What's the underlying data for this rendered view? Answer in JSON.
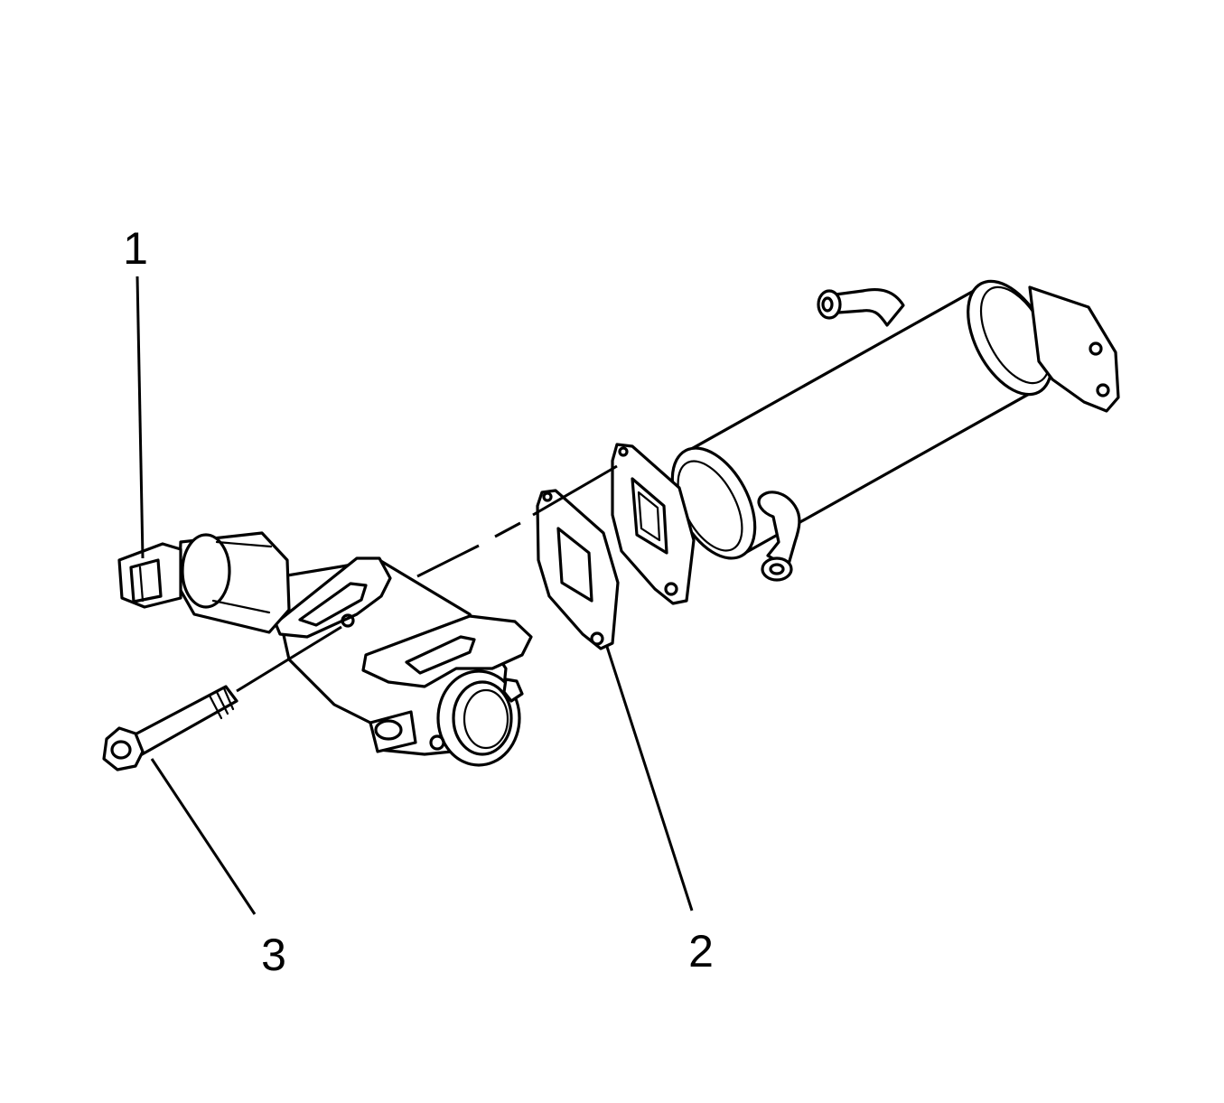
{
  "callouts": {
    "item_1": "1",
    "item_2": "2",
    "item_3": "3"
  },
  "colors": {
    "ink": "#000000",
    "background": "#ffffff"
  }
}
